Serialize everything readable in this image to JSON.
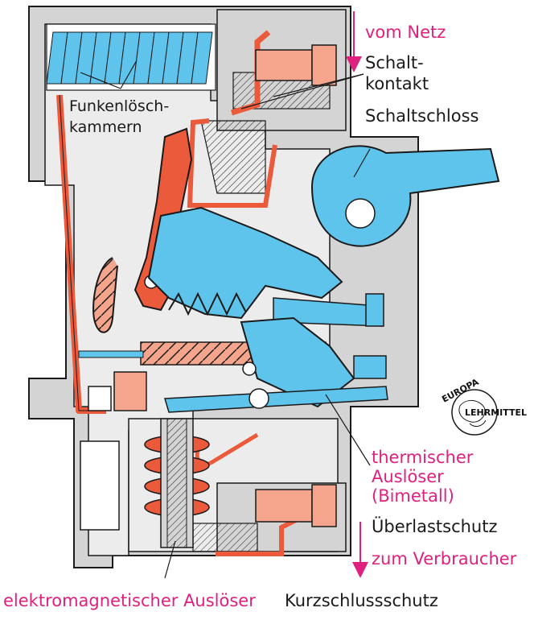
{
  "labels": {
    "vom_netz": "vom Netz",
    "schaltkontakt": [
      "Schalt-",
      "kontakt"
    ],
    "funkenloeschkammern": [
      "Funkenlösch-",
      "kammern"
    ],
    "schaltschloss": "Schaltschloss",
    "thermischer_ausloeser": [
      "thermischer",
      "Auslöser",
      "(Bimetall)"
    ],
    "ueberlastschutz": "Überlastschutz",
    "zum_verbraucher": "zum Verbraucher",
    "elektromagnetischer_ausloeser": "elektromagnetischer Auslöser",
    "kurzschlussschutz": "Kurzschlussschutz"
  },
  "logo": {
    "top": "EUROPA",
    "right": "LEHRMITTEL"
  },
  "colors": {
    "magenta": "#e0207f",
    "blue": "#5fc4ec",
    "red": "#ec5a3c",
    "salmon": "#f4a58c",
    "housing_gray": "#d4d4d4",
    "line": "#1a1a1a"
  }
}
